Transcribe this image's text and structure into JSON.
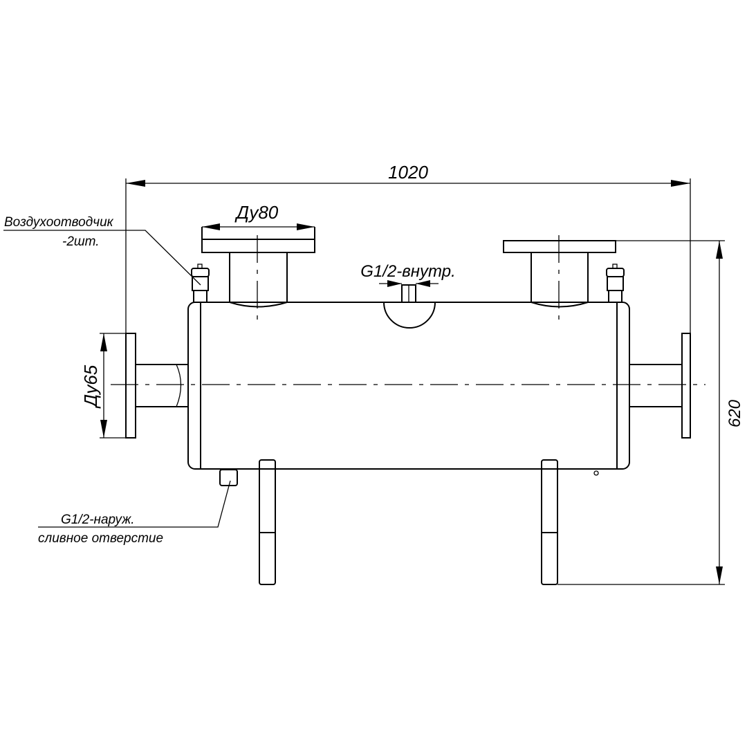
{
  "drawing": {
    "overall_length": "1020",
    "overall_height": "620",
    "top_nozzle": "Ду80",
    "side_nozzle": "Ду65",
    "top_fitting": "G1/2-внутр.",
    "air_vent_label": "Воздухоотводчик",
    "air_vent_qty": "-2шт.",
    "drain_label": "G1/2-наруж.",
    "drain_desc": "сливное отверстие"
  }
}
